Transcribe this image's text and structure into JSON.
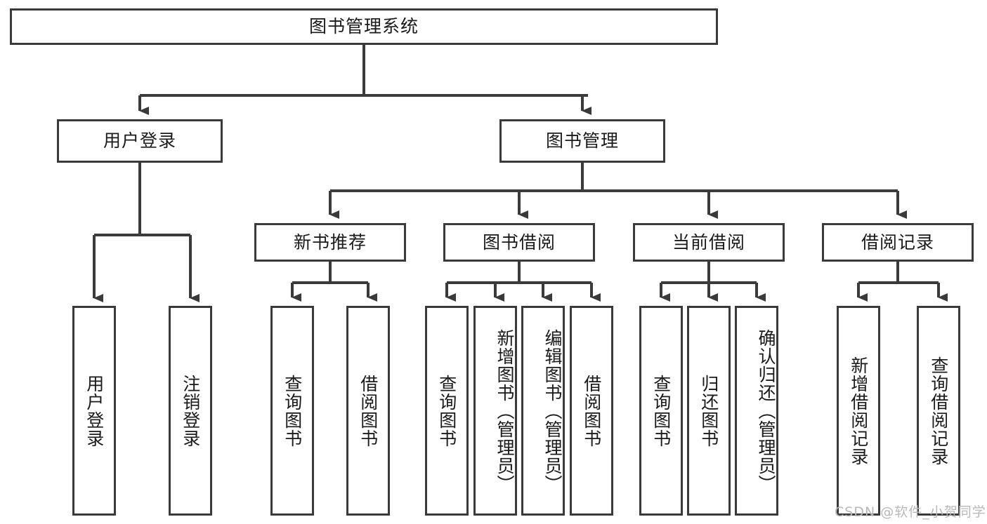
{
  "diagram": {
    "title_box": {
      "label": "图书管理系统"
    },
    "level2": [
      {
        "id": "user-login",
        "label": "用户登录"
      },
      {
        "id": "book-manage",
        "label": "图书管理"
      }
    ],
    "level3": [
      {
        "id": "new-book-recommend",
        "label": "新书推荐"
      },
      {
        "id": "book-borrow",
        "label": "图书借阅"
      },
      {
        "id": "current-borrow",
        "label": "当前借阅"
      },
      {
        "id": "borrow-record",
        "label": "借阅记录"
      }
    ],
    "leaves": {
      "user_login": [
        {
          "id": "leaf-user-login",
          "label": "用户登录"
        },
        {
          "id": "leaf-logout-login",
          "label": "注销登录"
        }
      ],
      "new_book_recommend": [
        {
          "id": "leaf-query-book-1",
          "label": "查询图书"
        },
        {
          "id": "leaf-borrow-book-1",
          "label": "借阅图书"
        }
      ],
      "book_borrow": [
        {
          "id": "leaf-query-book-2",
          "label": "查询图书"
        },
        {
          "id": "leaf-add-book",
          "label": "新增图书（管理员）"
        },
        {
          "id": "leaf-edit-book",
          "label": "编辑图书（管理员）"
        },
        {
          "id": "leaf-borrow-book-2",
          "label": "借阅图书"
        }
      ],
      "current_borrow": [
        {
          "id": "leaf-query-book-3",
          "label": "查询图书"
        },
        {
          "id": "leaf-return-book",
          "label": "归还图书"
        },
        {
          "id": "leaf-confirm-return",
          "label": "确认归还（管理员）"
        }
      ],
      "borrow_record": [
        {
          "id": "leaf-add-record",
          "label": "新增借阅记录"
        },
        {
          "id": "leaf-query-record",
          "label": "查询借阅记录"
        }
      ]
    },
    "watermark": {
      "text": "CSDN @软件_小贺同学"
    },
    "colors": {
      "stroke": "#3a3a3a",
      "fill": "#ffffff",
      "text": "#1a1a1a",
      "watermark": "#b9b9b9"
    }
  }
}
